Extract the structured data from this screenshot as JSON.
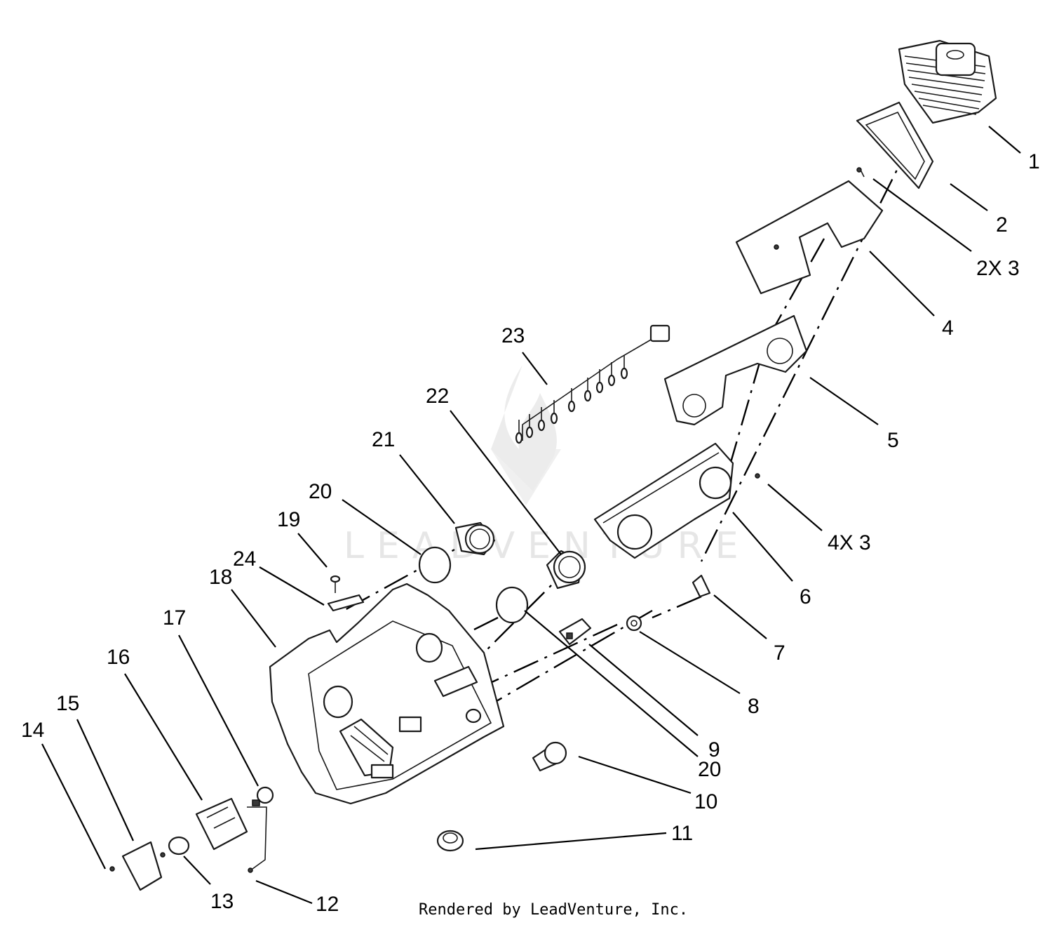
{
  "watermark": {
    "text": "LEADVENTURE"
  },
  "footer": {
    "credit": "Rendered by LeadVenture, Inc."
  },
  "callouts": [
    {
      "id": "c1",
      "label": "1"
    },
    {
      "id": "c2",
      "label": "2"
    },
    {
      "id": "c3",
      "label": "2X 3"
    },
    {
      "id": "c4",
      "label": "4"
    },
    {
      "id": "c5",
      "label": "5"
    },
    {
      "id": "c6",
      "label": "4X 3"
    },
    {
      "id": "c7",
      "label": "6"
    },
    {
      "id": "c8",
      "label": "7"
    },
    {
      "id": "c9",
      "label": "8"
    },
    {
      "id": "c10",
      "label": "9"
    },
    {
      "id": "c11",
      "label": "20"
    },
    {
      "id": "c12",
      "label": "10"
    },
    {
      "id": "c13",
      "label": "11"
    },
    {
      "id": "c14",
      "label": "12"
    },
    {
      "id": "c15",
      "label": "13"
    },
    {
      "id": "c16",
      "label": "14"
    },
    {
      "id": "c17",
      "label": "15"
    },
    {
      "id": "c18",
      "label": "16"
    },
    {
      "id": "c19",
      "label": "17"
    },
    {
      "id": "c20",
      "label": "18"
    },
    {
      "id": "c21",
      "label": "24"
    },
    {
      "id": "c22",
      "label": "19"
    },
    {
      "id": "c23",
      "label": "20"
    },
    {
      "id": "c24",
      "label": "21"
    },
    {
      "id": "c25",
      "label": "22"
    },
    {
      "id": "c26",
      "label": "23"
    }
  ]
}
